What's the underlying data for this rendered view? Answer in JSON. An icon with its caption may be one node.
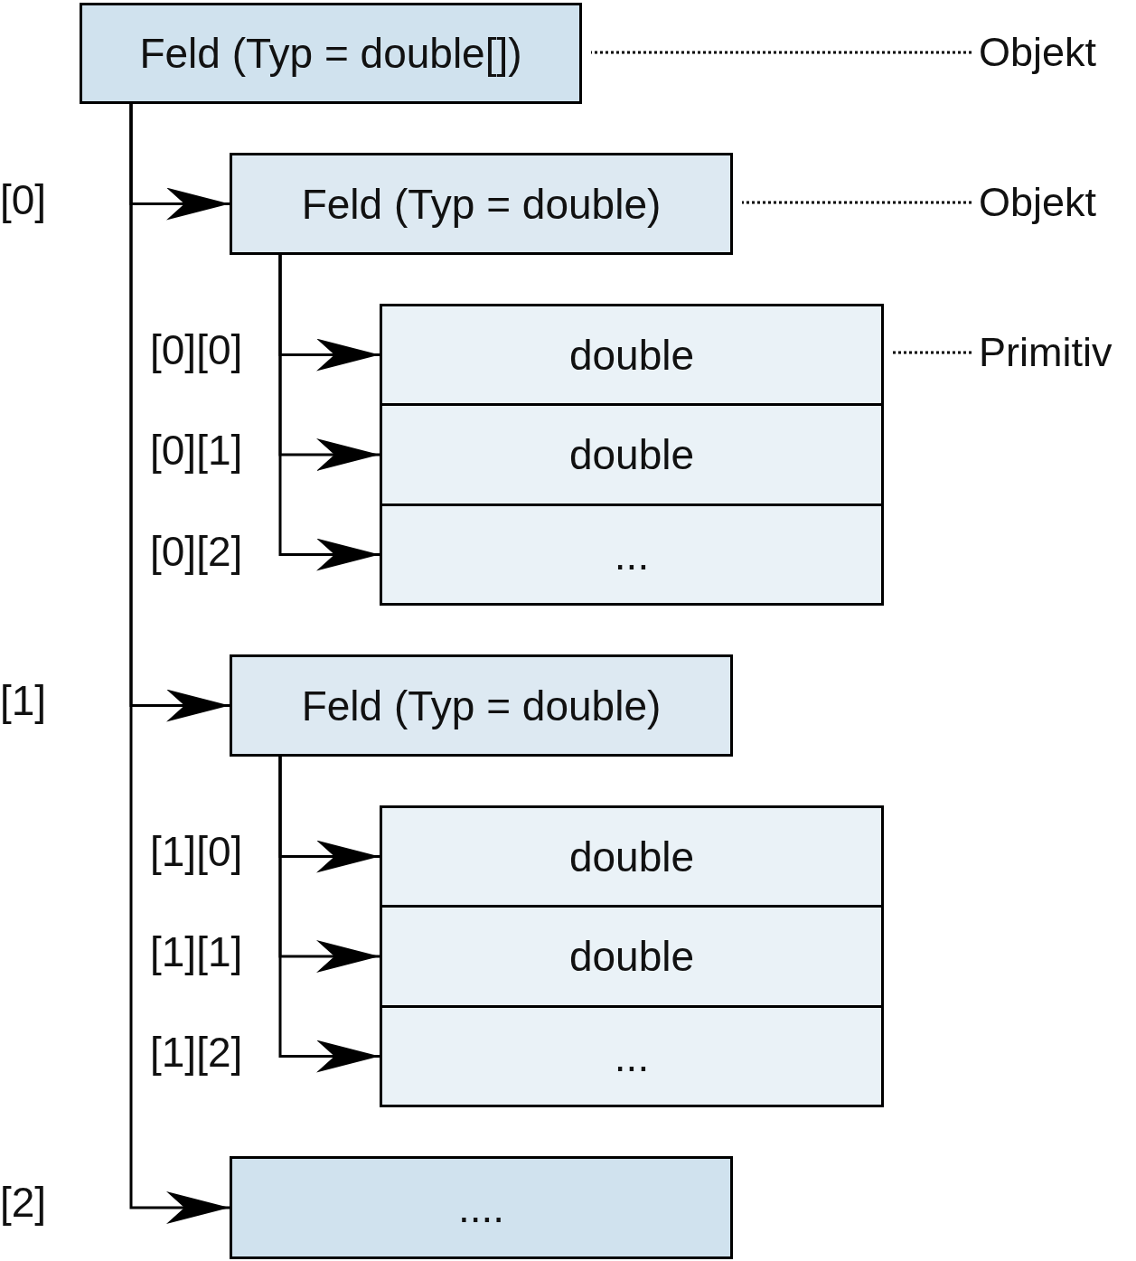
{
  "diagram": {
    "nodes": [
      {
        "text": [
          "Feld (Typ = double[])"
        ]
      },
      {
        "text": [
          "Objekt"
        ]
      },
      {
        "text": [
          "Feld (Typ = double)"
        ]
      },
      {
        "text": [
          "Objekt"
        ]
      },
      {
        "text": [
          "double"
        ]
      },
      {
        "text": [
          "double"
        ]
      },
      {
        "text": [
          "..."
        ]
      },
      {
        "text": [
          "Primitiv"
        ]
      },
      {
        "text": [
          "Feld (Typ = double)"
        ]
      },
      {
        "text": [
          "double"
        ]
      },
      {
        "text": [
          "double"
        ]
      },
      {
        "text": [
          "..."
        ]
      },
      {
        "text": [
          "...."
        ]
      }
    ],
    "edges": [
      {
        "from": 1,
        "to": 0,
        "arrow": "none",
        "style": "dashed"
      },
      {
        "from": 0,
        "to": 2,
        "arrow": "to"
      },
      {
        "from": 3,
        "to": 2,
        "arrow": "none",
        "style": "dashed"
      },
      {
        "from": 2,
        "to": 4,
        "arrow": "to"
      },
      {
        "from": 7,
        "to": 4,
        "arrow": "none",
        "style": "dashed"
      },
      {
        "from": 2,
        "to": 5,
        "arrow": "to"
      },
      {
        "from": 2,
        "to": 6,
        "arrow": "to"
      },
      {
        "from": 0,
        "to": 8,
        "arrow": "to"
      },
      {
        "from": 8,
        "to": 9,
        "arrow": "to"
      },
      {
        "from": 8,
        "to": 10,
        "arrow": "to"
      },
      {
        "from": 8,
        "to": 11,
        "arrow": "to"
      },
      {
        "from": 0,
        "to": 12,
        "arrow": "to"
      }
    ],
    "labels": [
      "[0]",
      "[0][0]",
      "[0][1]",
      "[0][2]",
      "[1]",
      "[1][0]",
      "[1][1]",
      "[1][2]",
      "[2]"
    ]
  }
}
